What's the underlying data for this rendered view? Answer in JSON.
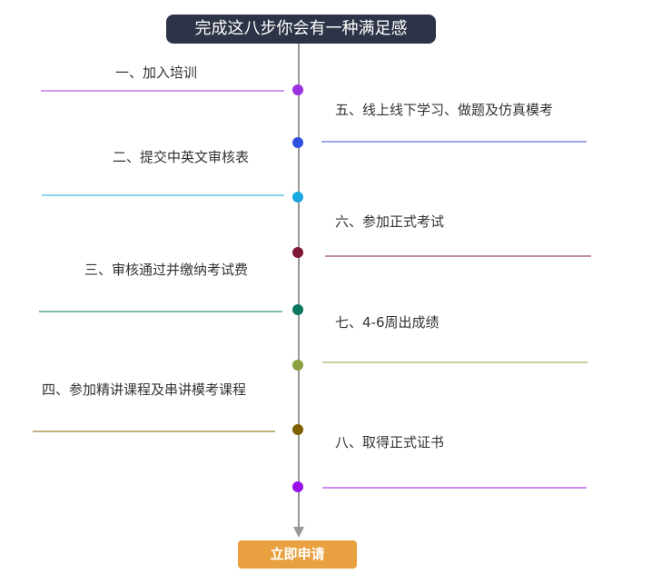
{
  "title": "完成这八步你会有一种满足感",
  "apply_label": "立即申请",
  "steps": [
    {
      "label": "一、加入培训",
      "color": "#9b30e0"
    },
    {
      "label": "五、线上线下学习、做题及仿真模考",
      "color": "#3050e0"
    },
    {
      "label": "二、提交中英文审核表",
      "color": "#18a8e0"
    },
    {
      "label": "六、参加正式考试",
      "color": "#801838"
    },
    {
      "label": "三、审核通过并缴纳考试费",
      "color": "#0a7860"
    },
    {
      "label": "七、4-6周出成绩",
      "color": "#88a040"
    },
    {
      "label": "四、参加精讲课程及串讲模考课程",
      "color": "#806000"
    },
    {
      "label": "八、取得正式证书",
      "color": "#9b10e8"
    }
  ],
  "colors": {
    "title_bg": "#2e3447",
    "axis": "#999999",
    "apply_bg": "#e9a040"
  }
}
